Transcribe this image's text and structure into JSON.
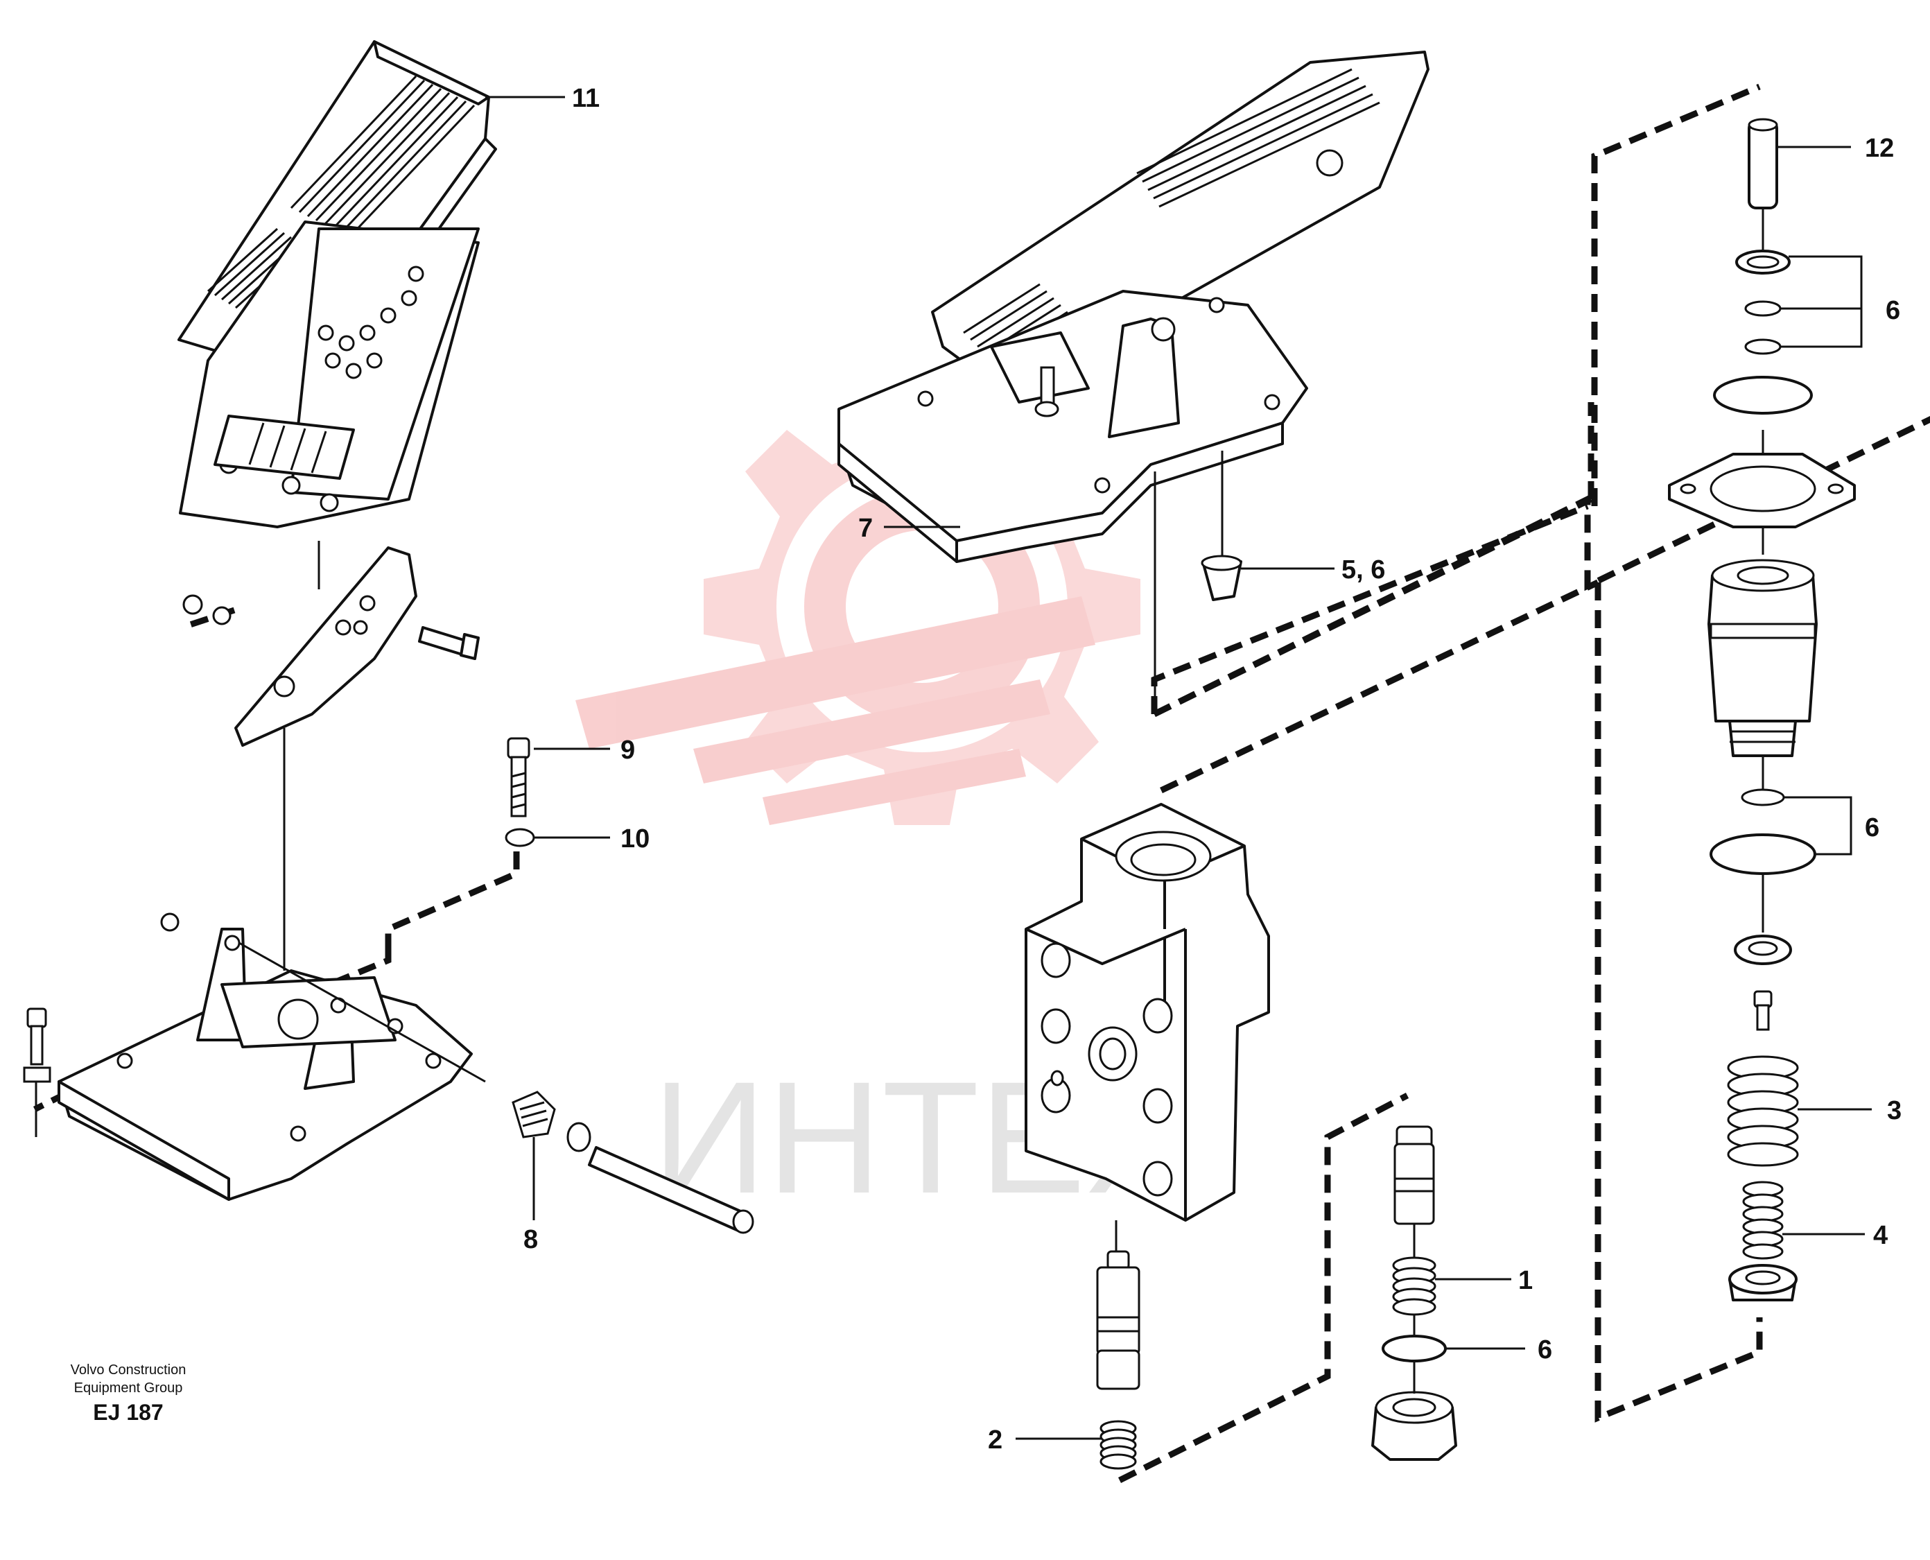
{
  "diagram": {
    "callouts": [
      "11",
      "12",
      "6",
      "7",
      "5, 6",
      "9",
      "10",
      "6",
      "8",
      "3",
      "4",
      "1",
      "6",
      "2"
    ],
    "caption": {
      "line1": "Volvo Construction",
      "line2": "Equipment Group",
      "code": "EJ 187"
    },
    "watermark": {
      "text": "ИНТЕХ",
      "color": "#f4a7a7",
      "text_color": "#d9d9d9"
    },
    "line_color": "#111111"
  }
}
